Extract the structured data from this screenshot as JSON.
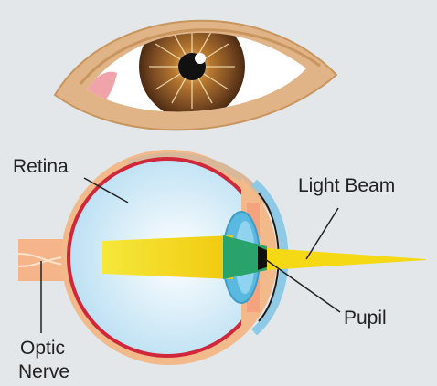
{
  "labels": {
    "retina": "Retina",
    "light_beam": "Light Beam",
    "pupil": "Pupil",
    "optic_line1": "Optic",
    "optic_line2": "Nerve"
  },
  "colors": {
    "background": "#e3e7ea",
    "skin": "#e0b487",
    "skin_dark": "#c9955e",
    "iris": "#7a4a22",
    "sclera": "#ffffff",
    "eyeball_outer": "#f2b98a",
    "retina_red": "#d0283a",
    "vitreous": "#cfe9f6",
    "lens": "#5ab9e0",
    "light_beam": "#f5d915",
    "focus_green": "#2aa36b",
    "nerve": "#f6b48a",
    "leader_line": "#222222"
  }
}
